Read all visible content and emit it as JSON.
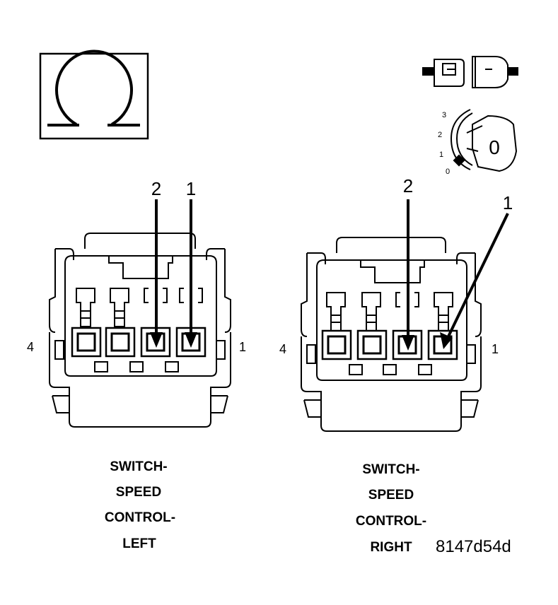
{
  "left_connector": {
    "pins_called_out": [
      "2",
      "1"
    ],
    "side_left": "4",
    "side_right": "1",
    "label_lines": [
      "SWITCH-",
      "SPEED",
      "CONTROL-",
      "LEFT"
    ]
  },
  "right_connector": {
    "pins_called_out": [
      "2",
      "1"
    ],
    "side_left": "4",
    "side_right": "1",
    "label_lines": [
      "SWITCH-",
      "SPEED",
      "CONTROL-",
      "RIGHT"
    ]
  },
  "ignition": {
    "positions": [
      "3",
      "2",
      "1",
      "0"
    ],
    "key_label": "0"
  },
  "figure_code": "8147d54d",
  "icons": [
    "ohmmeter-symbol-icon",
    "connector-separated-icon",
    "ignition-key-off-icon"
  ]
}
